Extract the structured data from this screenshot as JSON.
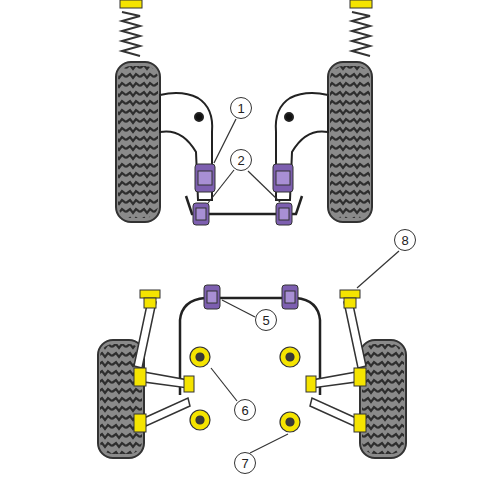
{
  "diagram": {
    "nodes": [
      {
        "text": [
          "1"
        ]
      },
      {
        "text": [
          "2"
        ]
      },
      {
        "text": [
          "5"
        ]
      },
      {
        "text": [
          "6"
        ]
      },
      {
        "text": [
          "7"
        ]
      },
      {
        "text": [
          "8"
        ]
      }
    ]
  }
}
